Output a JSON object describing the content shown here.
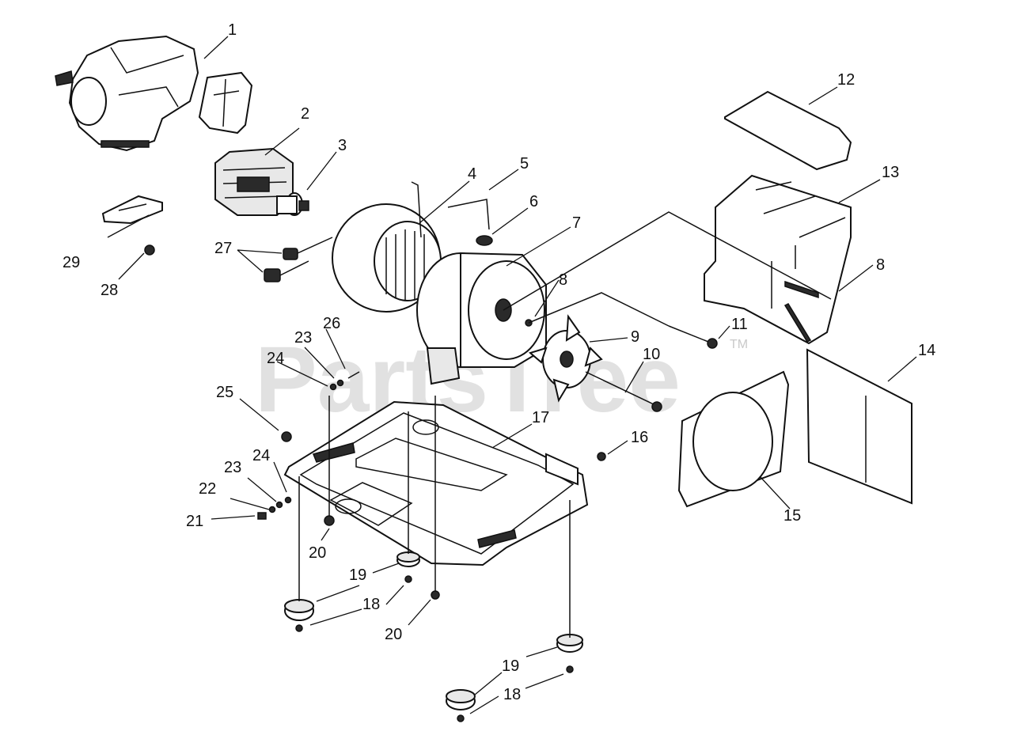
{
  "watermark": {
    "text": "PartsTree",
    "trademark": "TM"
  },
  "callouts": {
    "c1": "1",
    "c2": "2",
    "c3": "3",
    "c4": "4",
    "c5": "5",
    "c6": "6",
    "c7": "7",
    "c8a": "8",
    "c8b": "8",
    "c9": "9",
    "c10": "10",
    "c11": "11",
    "c12": "12",
    "c13": "13",
    "c14": "14",
    "c15": "15",
    "c16": "16",
    "c17": "17",
    "c18a": "18",
    "c18b": "18",
    "c19a": "19",
    "c19b": "19",
    "c20a": "20",
    "c20b": "20",
    "c21": "21",
    "c22": "22",
    "c23a": "23",
    "c23b": "23",
    "c24a": "24",
    "c24b": "24",
    "c25": "25",
    "c26": "26",
    "c27": "27",
    "c28": "28",
    "c29": "29"
  }
}
